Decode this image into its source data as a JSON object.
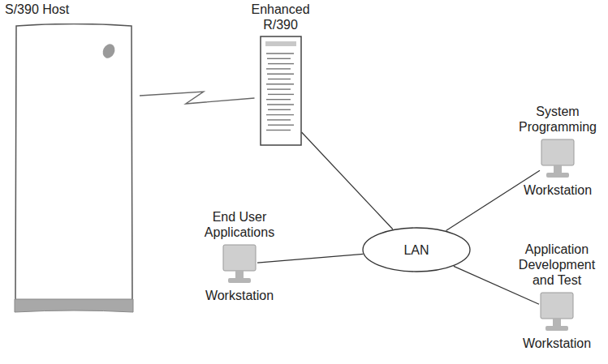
{
  "diagram": {
    "nodes": [
      {
        "text": [
          "S/390 Host"
        ]
      },
      {
        "text": [
          "Enhanced R/390"
        ]
      },
      {
        "text": [
          "LAN"
        ]
      },
      {
        "text": [
          "End User Applications",
          "Workstation"
        ]
      },
      {
        "text": [
          "System Programming",
          "Workstation"
        ]
      },
      {
        "text": [
          "Application Development and Test",
          "Workstation"
        ]
      }
    ],
    "edges": [
      {
        "from": 0,
        "to": 1,
        "arrow": "none"
      },
      {
        "from": 1,
        "to": 2,
        "arrow": "none"
      },
      {
        "from": 3,
        "to": 2,
        "arrow": "none"
      },
      {
        "from": 2,
        "to": 4,
        "arrow": "none"
      },
      {
        "from": 2,
        "to": 5,
        "arrow": "none"
      }
    ]
  }
}
